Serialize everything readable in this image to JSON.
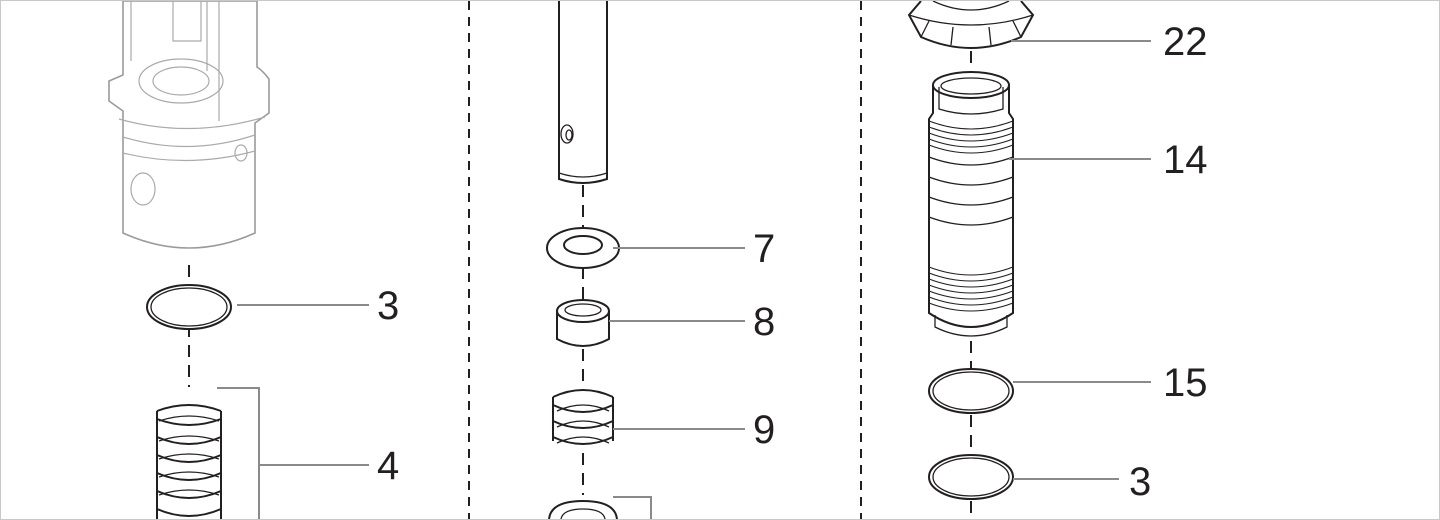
{
  "callouts": [
    {
      "id": "c3a",
      "label": "3"
    },
    {
      "id": "c4",
      "label": "4"
    },
    {
      "id": "c7",
      "label": "7"
    },
    {
      "id": "c8",
      "label": "8"
    },
    {
      "id": "c9",
      "label": "9"
    },
    {
      "id": "c22",
      "label": "22"
    },
    {
      "id": "c14",
      "label": "14"
    },
    {
      "id": "c15",
      "label": "15"
    },
    {
      "id": "c3b",
      "label": "3"
    }
  ]
}
